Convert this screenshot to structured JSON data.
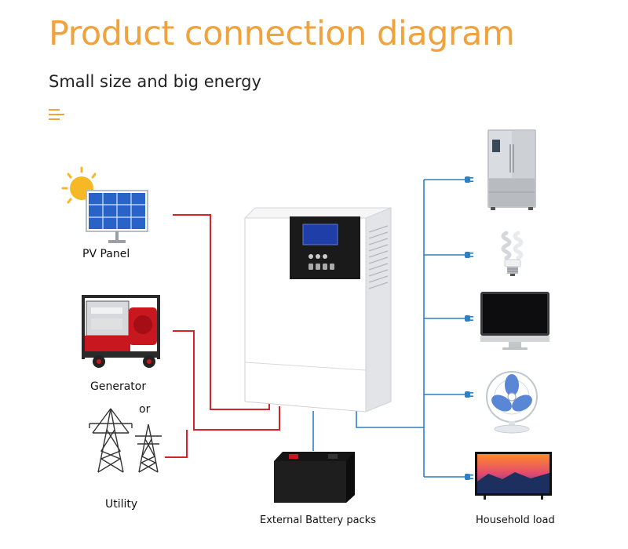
{
  "header": {
    "title": "Product connection diagram",
    "subtitle": "Small size and big energy"
  },
  "sources": {
    "pv_panel": "PV Panel",
    "generator": "Generator",
    "or": "or",
    "utility": "Utility"
  },
  "battery": {
    "label": "External Battery packs"
  },
  "loads": {
    "label": "Household load"
  },
  "colors": {
    "accent": "#f0a23c",
    "input_wire": "#d8222a",
    "output_wire": "#2e7fc4"
  }
}
